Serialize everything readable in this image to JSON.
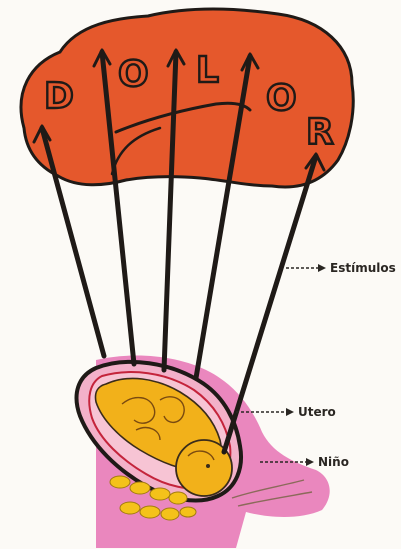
{
  "diagram": {
    "brain_letters": [
      "D",
      "O",
      "L",
      "O",
      "R"
    ],
    "labels": {
      "stimuli": "Estímulos",
      "uterus": "Utero",
      "child": "Niño"
    }
  }
}
